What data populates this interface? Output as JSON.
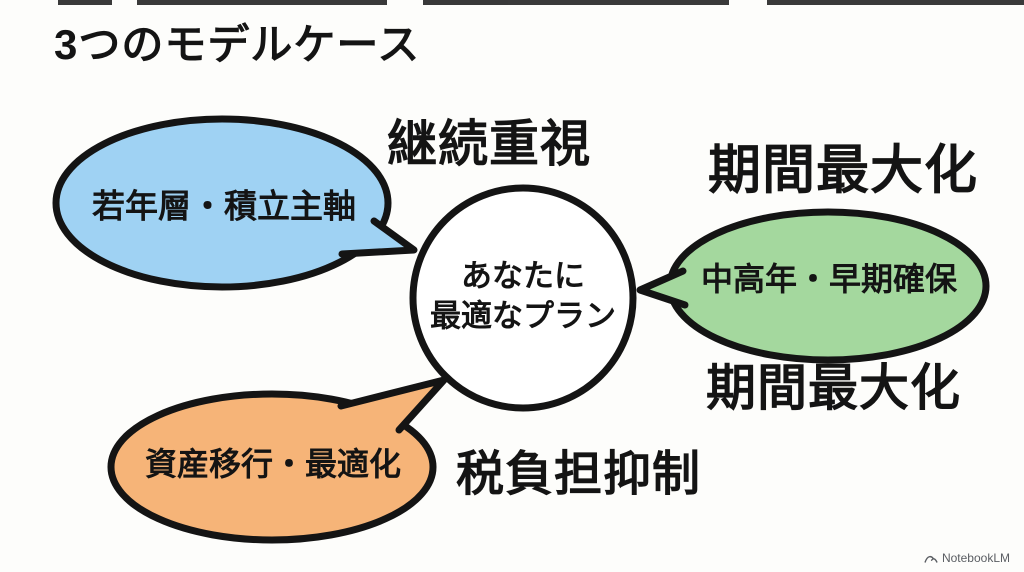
{
  "title": "3つのモデルケース",
  "center_node": {
    "line1": "あなたに",
    "line2": "最適なプラン"
  },
  "bubbles": {
    "blue": {
      "label": "若年層・積立主軸",
      "color": "#9fd2f3"
    },
    "green": {
      "label": "中高年・早期確保",
      "color": "#a4d89e"
    },
    "orange": {
      "label": "資産移行・最適化",
      "color": "#f6b478"
    }
  },
  "annotations": {
    "blue_top": "継続重視",
    "green_top": "期間最大化",
    "green_bottom": "期間最大化",
    "orange_bottom": "税負担抑制"
  },
  "colors": {
    "outline": "#141414",
    "text": "#141414",
    "background": "#fdfdfb",
    "center_fill": "#ffffff",
    "watermark": "#5b5e63"
  },
  "watermark": {
    "label": "NotebookLM"
  }
}
